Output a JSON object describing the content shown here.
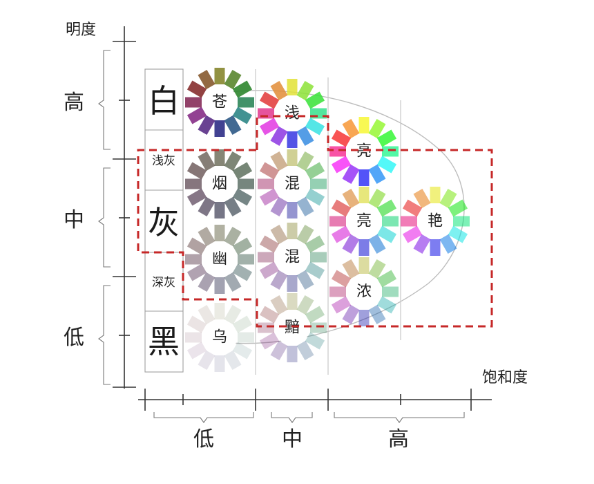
{
  "axes": {
    "y_label": "明度",
    "x_label": "饱和度",
    "y_groups": [
      "高",
      "中",
      "低"
    ],
    "x_groups": [
      "低",
      "中",
      "高"
    ]
  },
  "gray_scale": [
    "白",
    "浅灰",
    "灰",
    "深灰",
    "黑"
  ],
  "wheels": [
    {
      "id": "cang",
      "label": "苍",
      "tone": "pale",
      "lightness": "高",
      "saturation": "低"
    },
    {
      "id": "qian",
      "label": "浅",
      "tone": "light",
      "lightness": "高",
      "saturation": "中"
    },
    {
      "id": "liang1",
      "label": "亮",
      "tone": "bright",
      "lightness": "高",
      "saturation": "高"
    },
    {
      "id": "yan1",
      "label": "烟",
      "tone": "smoky",
      "lightness": "中",
      "saturation": "低"
    },
    {
      "id": "hun1",
      "label": "混",
      "tone": "soft",
      "lightness": "中",
      "saturation": "中"
    },
    {
      "id": "liang2",
      "label": "亮",
      "tone": "strong",
      "lightness": "中",
      "saturation": "高"
    },
    {
      "id": "yan2",
      "label": "艳",
      "tone": "vivid",
      "lightness": "中",
      "saturation": "高"
    },
    {
      "id": "you",
      "label": "幽",
      "tone": "dim",
      "lightness": "中",
      "saturation": "低"
    },
    {
      "id": "hun2",
      "label": "混",
      "tone": "dull",
      "lightness": "中",
      "saturation": "中"
    },
    {
      "id": "nong",
      "label": "浓",
      "tone": "deep",
      "lightness": "低",
      "saturation": "高"
    },
    {
      "id": "wu",
      "label": "乌",
      "tone": "blackish",
      "lightness": "低",
      "saturation": "低"
    },
    {
      "id": "an",
      "label": "黯",
      "tone": "dark",
      "lightness": "低",
      "saturation": "中"
    }
  ],
  "colors": {
    "highlight_border": "#c62828",
    "axis_line": "#333333",
    "guide_line": "#bdbdbd"
  }
}
